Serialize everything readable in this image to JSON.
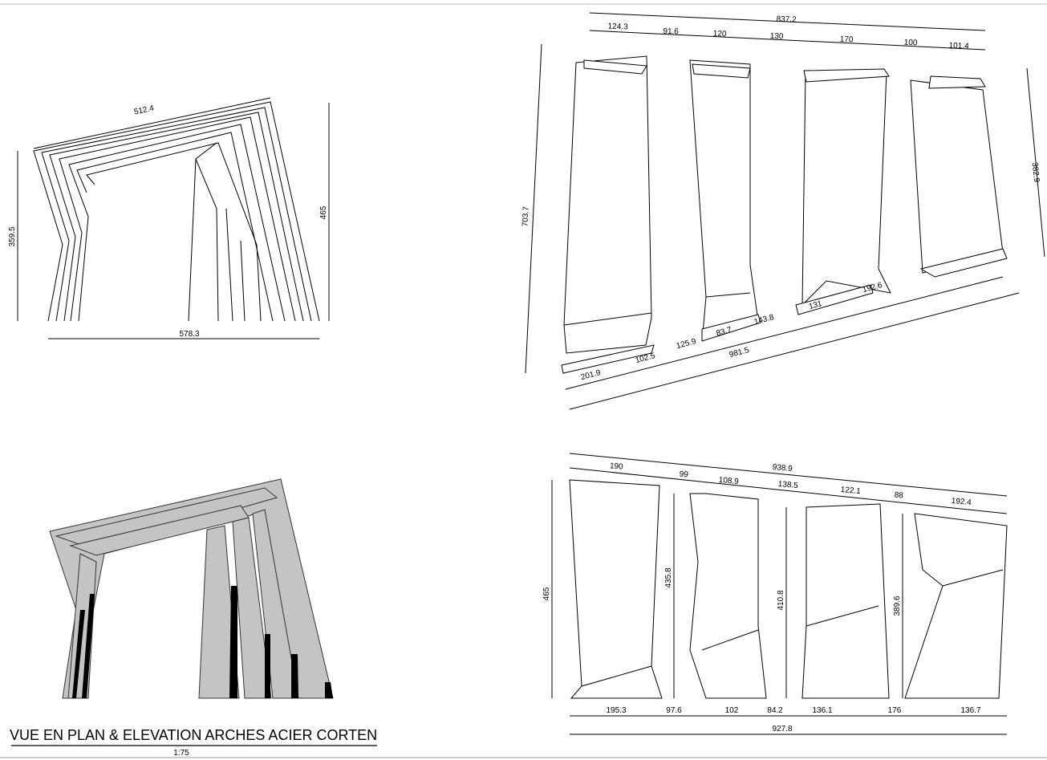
{
  "title": "VUE EN PLAN & ELEVATION ARCHES ACIER CORTEN",
  "scale": "1:75",
  "plan_view": {
    "top": "512.4",
    "left": "359.5",
    "right": "465",
    "bottom": "578.3"
  },
  "top_right": {
    "overall_top": "837.2",
    "top_chain": [
      "124.3",
      "91.6",
      "120",
      "130",
      "170",
      "100",
      "101.4"
    ],
    "left": "703.7",
    "right": "382.9",
    "bottom_chain": [
      "201.9",
      "102.5",
      "125.9",
      "83.7",
      "143.8",
      "131",
      "192.6"
    ],
    "overall_bottom": "981.5"
  },
  "elevation": {
    "overall_top": "938.9",
    "top_chain": [
      "190",
      "99",
      "108.9",
      "138.5",
      "122.1",
      "88",
      "192.4"
    ],
    "heights": [
      "465",
      "435.8",
      "410.8",
      "389.6"
    ],
    "bottom_chain": [
      "195.3",
      "97.6",
      "102",
      "84.2",
      "136.1",
      "176",
      "136.7"
    ],
    "overall_bottom": "927.8"
  }
}
